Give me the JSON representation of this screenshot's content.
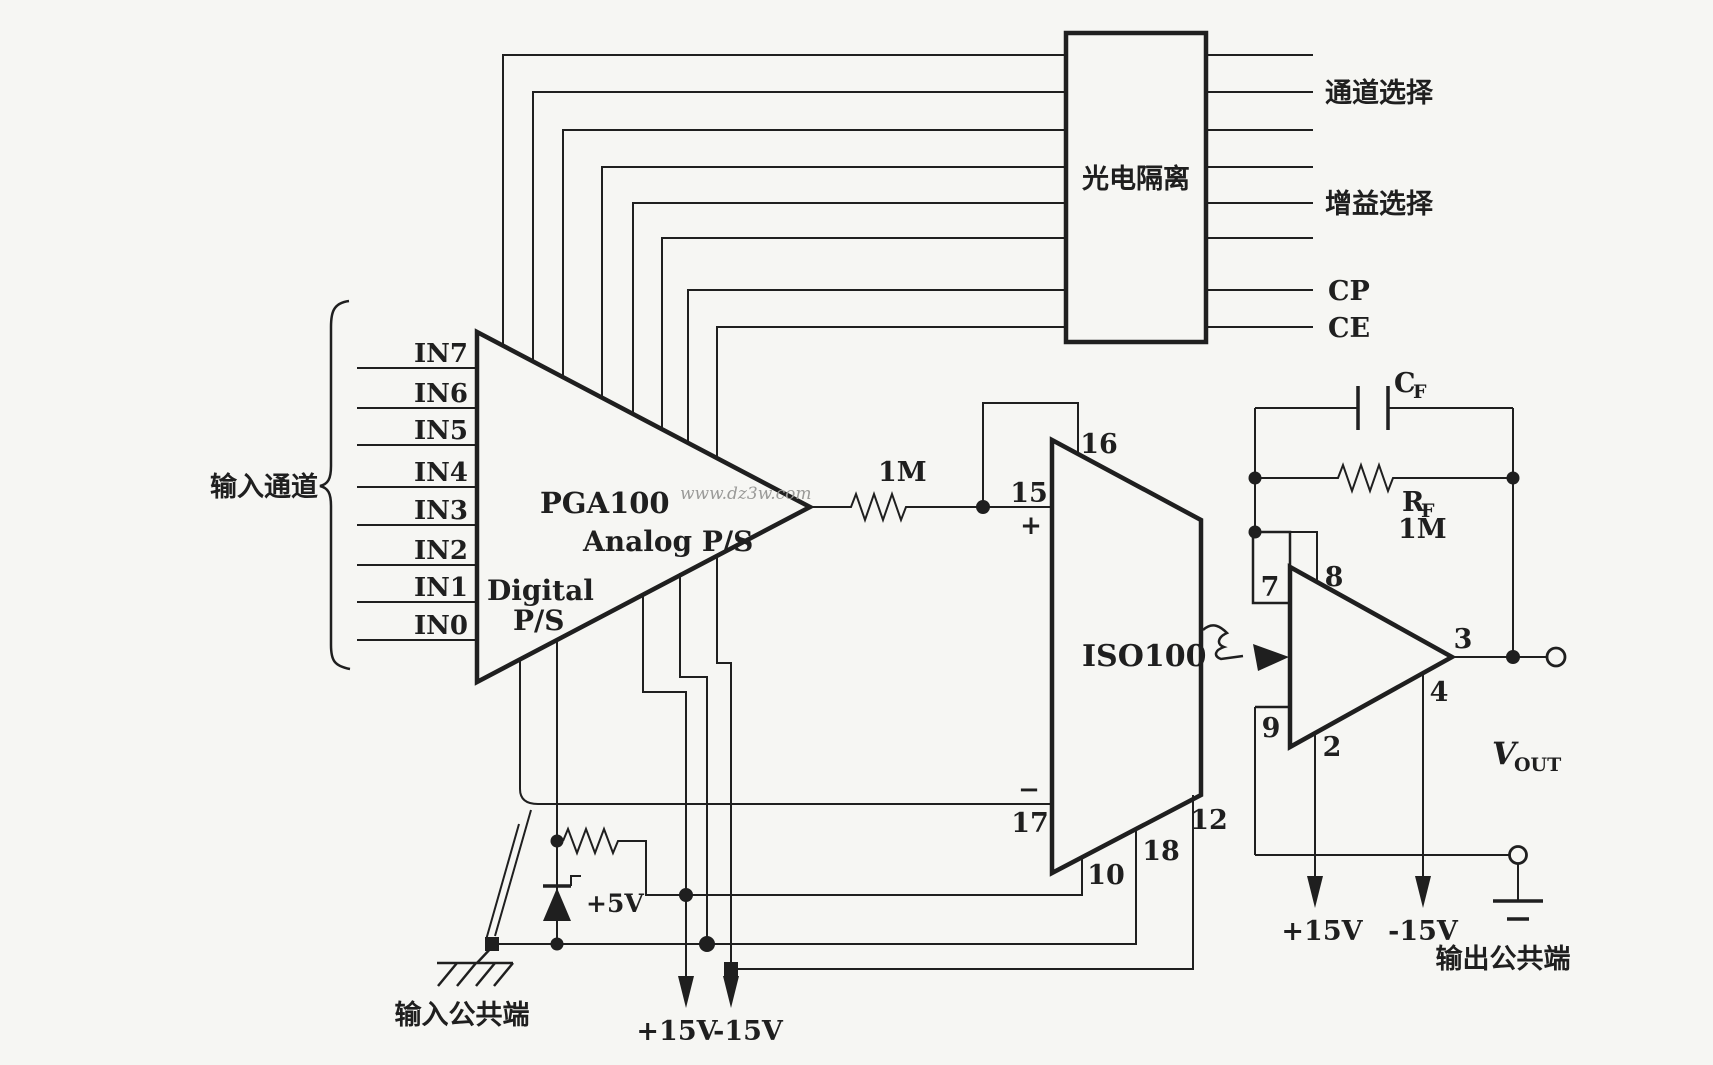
{
  "colors": {
    "ink": "#1f1f1f",
    "paper": "#f6f6f3",
    "watermark": "#9a9a98"
  },
  "watermark": "www.dz3w.com",
  "input_section": {
    "brace_label": "输入通道",
    "common_label": "输入公共端",
    "channels": [
      "IN7",
      "IN6",
      "IN5",
      "IN4",
      "IN3",
      "IN2",
      "IN1",
      "IN0"
    ]
  },
  "pga100": {
    "title": "PGA100",
    "analog_label": "Analog P/S",
    "digital_label_1": "Digital",
    "digital_label_2": "P/S"
  },
  "optocoupler": {
    "label": "光电隔离",
    "signals": {
      "channel_select": "通道选择",
      "gain_select": "增益选择",
      "cp": "CP",
      "ce": "CE"
    }
  },
  "input_resistor": {
    "value": "1M"
  },
  "iso100": {
    "title": "ISO100",
    "plus": "+",
    "minus": "−",
    "pins": {
      "p15": "15",
      "p16": "16",
      "p17": "17",
      "p10": "10",
      "p18": "18",
      "p12": "12"
    }
  },
  "opamp": {
    "pins": {
      "p7": "7",
      "p8": "8",
      "p9": "9",
      "p2": "2",
      "p3": "3",
      "p4": "4"
    },
    "cf": {
      "main": "C",
      "sub": "F"
    },
    "rf": {
      "main": "R",
      "sub": "F",
      "value": "1M"
    },
    "vout": {
      "main": "V",
      "sub": "OUT"
    }
  },
  "power": {
    "zener": "+5V",
    "pos15_left": "+15V",
    "neg15_left": "-15V",
    "pos15_right": "+15V",
    "neg15_right": "-15V"
  },
  "output_section": {
    "common_label": "输出公共端"
  }
}
